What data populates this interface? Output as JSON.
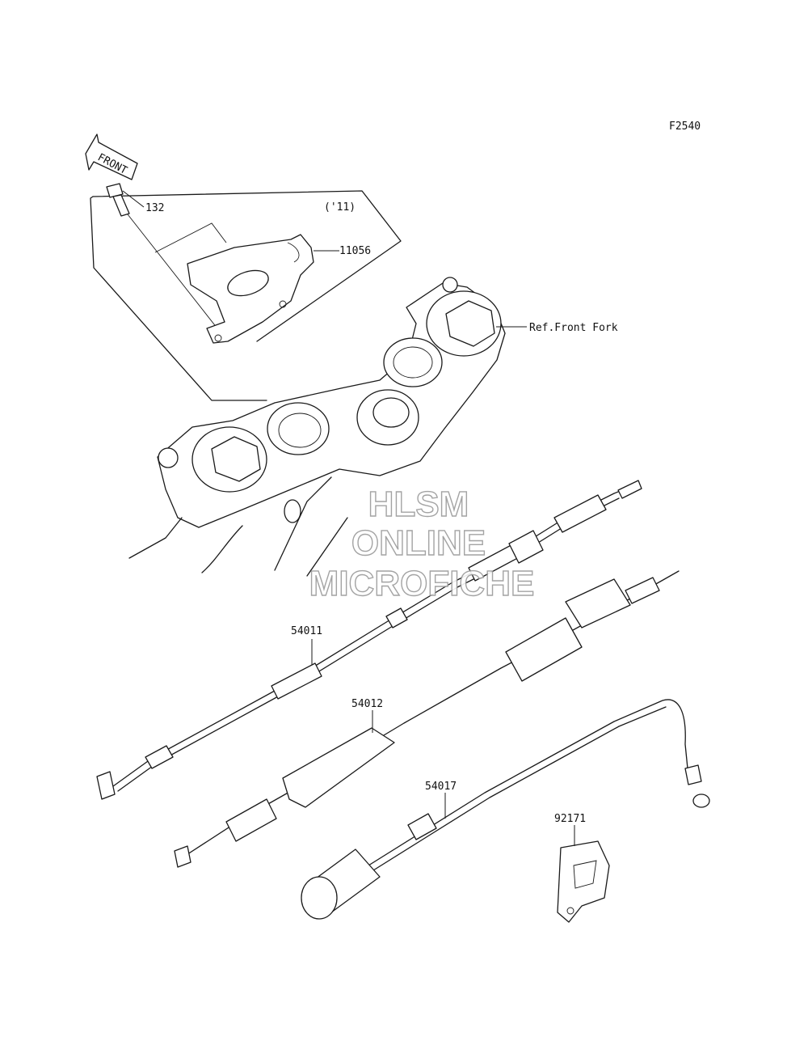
{
  "diagram": {
    "code": "F2540",
    "direction_label": "FRONT",
    "inset_label": "('11)",
    "ref_label": "Ref.Front Fork",
    "parts": [
      {
        "id": "132"
      },
      {
        "id": "11056"
      },
      {
        "id": "54011"
      },
      {
        "id": "54012"
      },
      {
        "id": "54017"
      },
      {
        "id": "92171"
      }
    ]
  },
  "watermark": {
    "line1": "HLSM",
    "line2": "ONLINE",
    "line3": "MICROFICHE"
  }
}
